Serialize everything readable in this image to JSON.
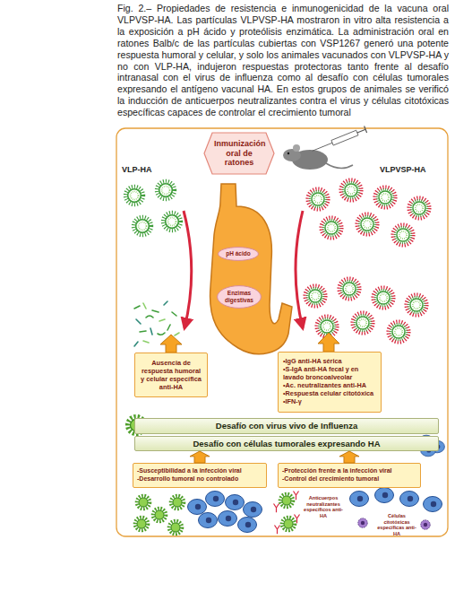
{
  "diagram": {
    "caption": "Fig. 2.– Propiedades de resistencia e inmunogenicidad de la vacuna oral VLPVSP-HA. Las partículas VLPVSP-HA mostraron in vitro alta resistencia a la exposición a pH ácido y proteólisis enzimática. La administración oral en ratones Balb/c de las partículas cubiertas con VSP1267 generó una potente respuesta humoral y celular, y solo los animales vacunados con VLPVSP-HA y no con VLP-HA, indujeron respuestas protectoras tanto frente al desafío intranasal con el virus de influenza como al desafío con células tumorales expresando el antígeno vacunal HA. En estos grupos de animales se verificó la inducción de anticuerpos neutralizantes contra el virus y células citotóxicas específicas capaces de controlar el crecimiento tumoral",
    "nodes": [
      {
        "text": [
          "Inmunización oral de ratones"
        ]
      },
      {
        "text": [
          "pH ácido"
        ]
      },
      {
        "text": [
          "Enzimas digestivas"
        ]
      },
      {
        "text": [
          "Ausencia de respuesta humoral y celular específica anti-HA"
        ]
      },
      {
        "text": [
          "•IgG anti-HA sérica",
          "•S-IgA anti-HA fecal y en lavado broncoalveolar",
          "•Ac. neutralizantes anti-HA",
          "•Respuesta celular citotóxica",
          "•IFN-γ"
        ]
      },
      {
        "text": [
          "Desafío con virus vivo de Influenza"
        ]
      },
      {
        "text": [
          "Desafío con células tumorales expresando HA"
        ]
      },
      {
        "text": [
          "-Susceptibilidad a la infección viral",
          "-Desarrollo tumoral no controlado"
        ]
      },
      {
        "text": [
          "-Protección frente a la infección viral",
          "-Control del crecimiento tumoral"
        ]
      }
    ],
    "edges": [
      {
        "from": 7,
        "to": 6,
        "arrow": "to"
      },
      {
        "from": 8,
        "to": 6,
        "arrow": "to"
      }
    ],
    "labels": [
      "VLP-HA",
      "VLPVSP-HA",
      "Anticuerpos neutralizantes específicos anti-HA",
      "Células citotóxicas específicas anti-HA"
    ]
  }
}
